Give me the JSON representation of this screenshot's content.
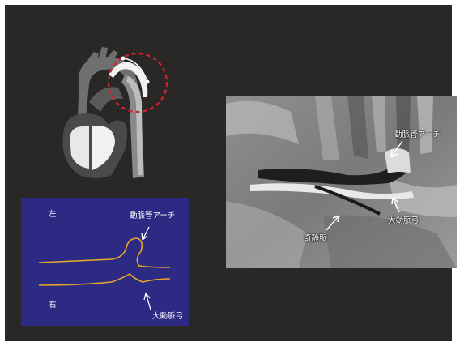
{
  "schematic": {
    "left_label": "左",
    "right_label": "右",
    "ductal_arch_label": "動脈管アーチ",
    "aortic_arch_label": "大動脈弓"
  },
  "mri": {
    "ductal_arch_label": "動脈管アーチ",
    "aortic_arch_label": "大動脈弓",
    "azygos_label": "奇静脈"
  },
  "colors": {
    "background": "#2a2727",
    "schematic_bg": "#2d2a84",
    "vessel_outline": "#e6a52a",
    "highlight_circle": "#d8232a"
  }
}
